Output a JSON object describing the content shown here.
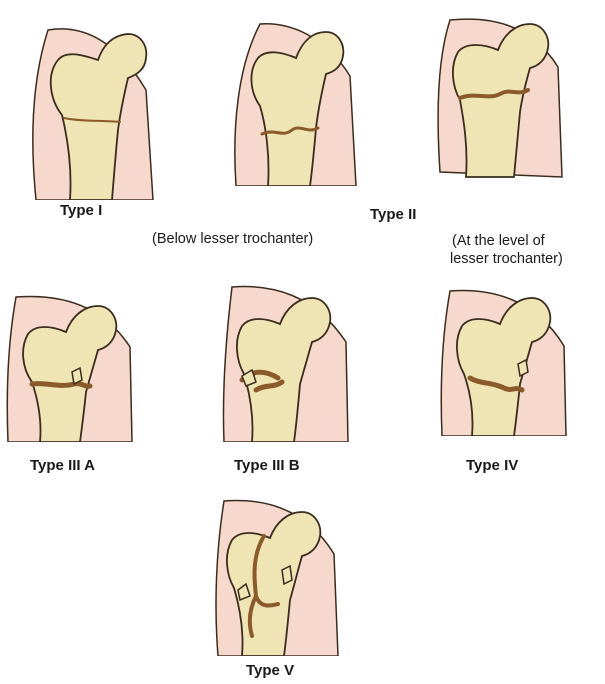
{
  "labels": {
    "type_1": "Type I",
    "type_2": "Type II",
    "type_2_note_a": "(Below lesser trochanter)",
    "type_2_note_b_line1": "(At the level of",
    "type_2_note_b_line2": "lesser trochanter)",
    "type_3a": "Type III A",
    "type_3b": "Type III B",
    "type_4": "Type IV",
    "type_5": "Type V"
  },
  "colors": {
    "soft_tissue": "#f6d8cc",
    "bone": "#efe4b4",
    "bone_shade": "#ddc889",
    "fracture": "#8a5a2b",
    "outline": "#3a2c1e"
  }
}
